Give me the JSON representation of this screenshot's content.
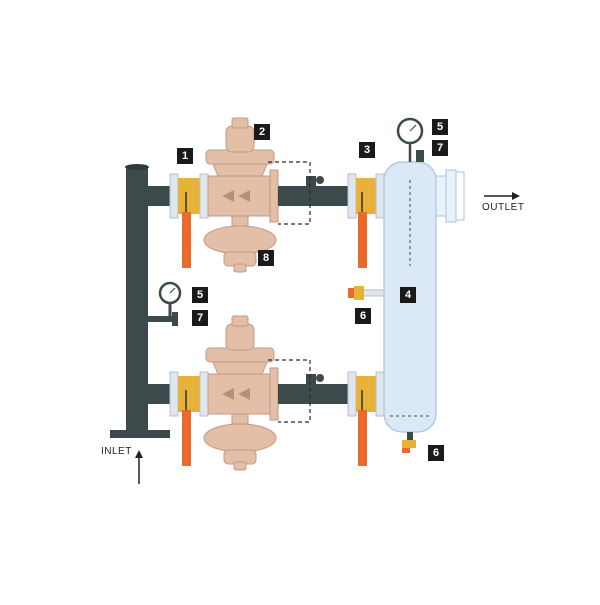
{
  "labels": {
    "inlet": "INLET",
    "outlet": "OUTLET"
  },
  "callouts": {
    "valve_top": "1",
    "regulator_top": "2",
    "valve_right_top": "3",
    "vessel": "4",
    "gauge_top": "5",
    "vent_top": "7",
    "gauge_left": "5",
    "vent_left": "7",
    "drain_mid": "6",
    "drain_bottom": "6",
    "regulator_lower": "8"
  },
  "colors": {
    "pipe": "#3c4a4c",
    "body": "#e4bfa8",
    "valve_yellow": "#e8b13a",
    "handle_orange": "#ea6a2c",
    "vessel": "#dbe9f7",
    "flange": "#eaf2fb",
    "dashed": "#2a2a2a"
  }
}
